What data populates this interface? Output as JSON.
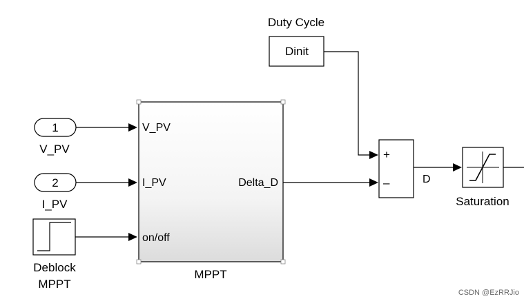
{
  "diagram": {
    "duty_cycle_label": "Duty Cycle",
    "dinit_block": {
      "text": "Dinit"
    },
    "inport1": {
      "number": "1",
      "name": "V_PV"
    },
    "inport2": {
      "number": "2",
      "name": "I_PV"
    },
    "step_block": {
      "name_line1": "Deblock",
      "name_line2": "MPPT"
    },
    "mppt_block": {
      "name": "MPPT",
      "in_ports": [
        "V_PV",
        "I_PV",
        "on/off"
      ],
      "out_port": "Delta_D"
    },
    "sum_block": {
      "signs": [
        "+",
        "–"
      ]
    },
    "signal_d_label": "D",
    "saturation_block": {
      "name": "Saturation"
    }
  },
  "watermark": "CSDN @EzRRJio"
}
